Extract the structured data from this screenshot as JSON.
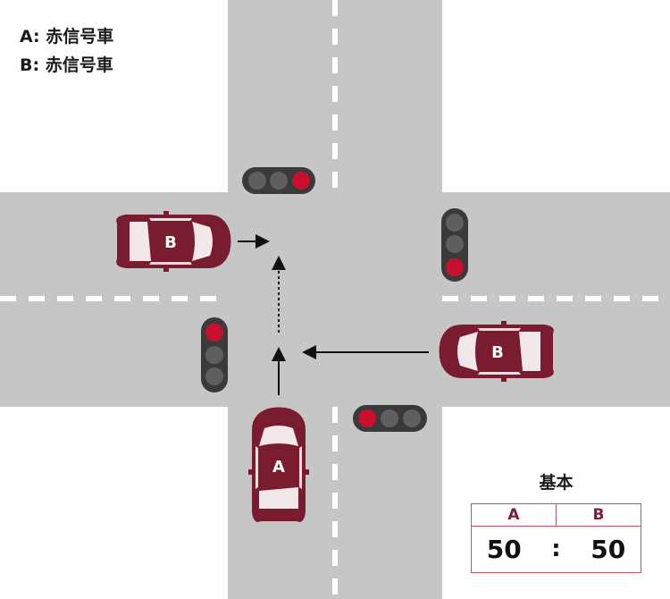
{
  "legend": [
    "A: 赤信号車",
    "B: 赤信号車"
  ],
  "cars": {
    "A": "A",
    "B": "B"
  },
  "score": {
    "title": "基本",
    "head_a": "A",
    "head_b": "B",
    "value_a": "50",
    "separator": ":",
    "value_b": "50"
  },
  "colors": {
    "road": "#c6c6c6",
    "car": "#7a1c30",
    "light_red": "#c8102e",
    "light_off": "#5f5f5f",
    "light_housing": "#3a3a3a",
    "lane_mark": "#ffffff",
    "accent_border": "#c25566"
  }
}
